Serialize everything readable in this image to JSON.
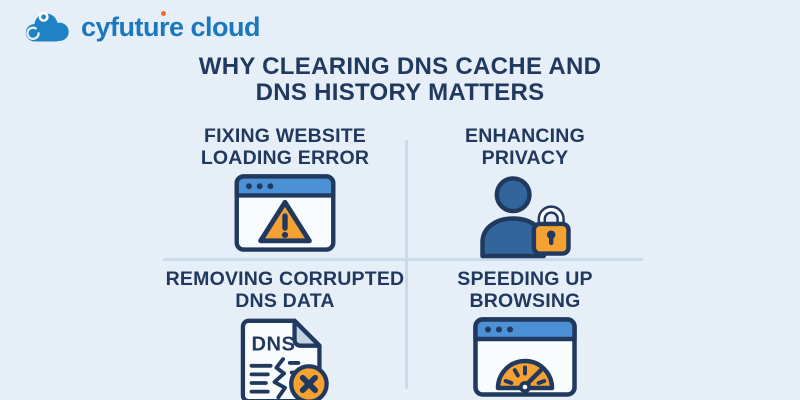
{
  "logo": {
    "brand": "cyfuture",
    "product": "cloud",
    "color": "#1b78be",
    "dot_color": "#f26a2a"
  },
  "title": {
    "line1": "WHY CLEARING DNS CACHE AND",
    "line2": "DNS HISTORY MATTERS"
  },
  "quadrants": [
    {
      "heading_line1": "FIXING WEBSITE",
      "heading_line2": "LOADING ERROR",
      "icon": "browser-warning-icon"
    },
    {
      "heading_line1": "ENHANCING",
      "heading_line2": "PRIVACY",
      "icon": "user-lock-icon"
    },
    {
      "heading_line1": "REMOVING CORRUPTED",
      "heading_line2": "DNS DATA",
      "icon": "dns-document-error-icon",
      "icon_label": "DNS"
    },
    {
      "heading_line1": "SPEEDING UP",
      "heading_line2": "BROWSING",
      "icon": "speedometer-browser-icon"
    }
  ],
  "colors": {
    "background": "#e6eff8",
    "title_navy": "#21395e",
    "icon_outline_navy": "#21395e",
    "icon_blue": "#31659c",
    "browser_header_blue": "#4c90d5",
    "accent_orange": "#f6a233",
    "divider": "#c9daea",
    "paper_fold": "#c2d3e2"
  }
}
